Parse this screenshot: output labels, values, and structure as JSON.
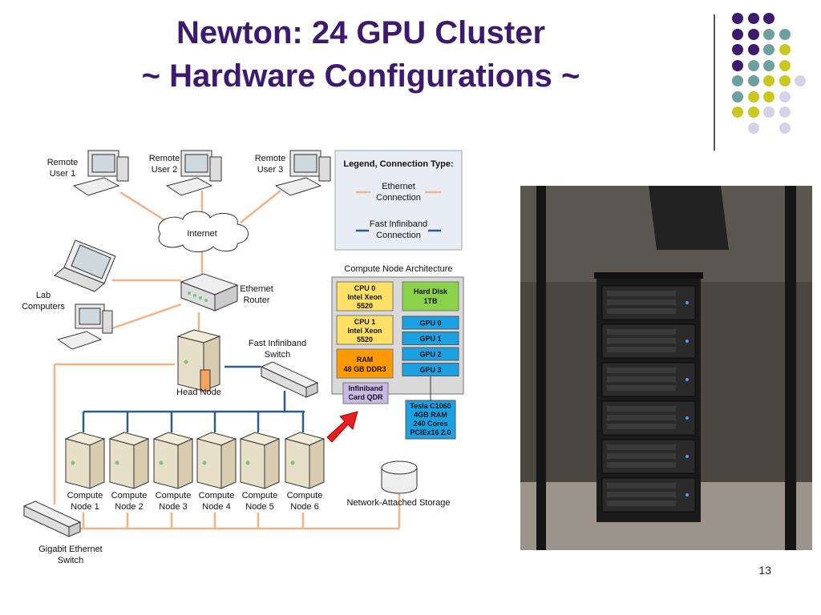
{
  "title_line1": "Newton: 24 GPU Cluster",
  "title_line2": "~ Hardware Configurations ~",
  "page_number": "13",
  "colors": {
    "title": "#3d1a6e",
    "ethernet": "#f4b183",
    "infiniband": "#2e5b8e",
    "accent_purple": "#3d1a6e",
    "accent_teal": "#6ea0a0",
    "accent_yellow": "#c8c820",
    "accent_lilac": "#d6d2e8"
  },
  "remote_users": [
    "Remote\nUser 1",
    "Remote\nUser 2",
    "Remote\nUser 3"
  ],
  "remote_user_lines": [
    [
      "Remote",
      "User 1"
    ],
    [
      "Remote",
      "User 2"
    ],
    [
      "Remote",
      "User 3"
    ]
  ],
  "internet": "Internet",
  "lab_computers": [
    "Lab",
    "Computers"
  ],
  "ethernet_router": [
    "Ethernet",
    "Router"
  ],
  "fast_infiniband_switch": [
    "Fast Infiniband",
    "Switch"
  ],
  "head_node": "Head Node",
  "compute_nodes": [
    [
      "Compute",
      "Node 1"
    ],
    [
      "Compute",
      "Node 2"
    ],
    [
      "Compute",
      "Node 3"
    ],
    [
      "Compute",
      "Node 4"
    ],
    [
      "Compute",
      "Node 5"
    ],
    [
      "Compute",
      "Node 6"
    ]
  ],
  "nas": "Network-Attached Storage",
  "gigabit_switch": [
    "Gigabit Ethernet",
    "Switch"
  ],
  "legend": {
    "title": "Legend, Connection Type:",
    "ethernet": [
      "Ethernet",
      "Connection"
    ],
    "infiniband": [
      "Fast Infiniband",
      "Connection"
    ]
  },
  "arch": {
    "title": "Compute Node Architecture",
    "cpu0": [
      "CPU 0",
      "Intel Xeon",
      "5520"
    ],
    "cpu1": [
      "CPU 1",
      "Intel Xeon",
      "5520"
    ],
    "ram": [
      "RAM",
      "48 GB DDR3"
    ],
    "hdd": [
      "Hard Disk",
      "1TB"
    ],
    "gpus": [
      "GPU 0",
      "GPU 1",
      "GPU 2",
      "GPU 3"
    ],
    "infiniband_card": [
      "Infiniband",
      "Card QDR"
    ],
    "tesla": [
      "Tesla C1060",
      "4GB RAM",
      "240 Cores",
      "PCIEx16 2.0"
    ]
  }
}
